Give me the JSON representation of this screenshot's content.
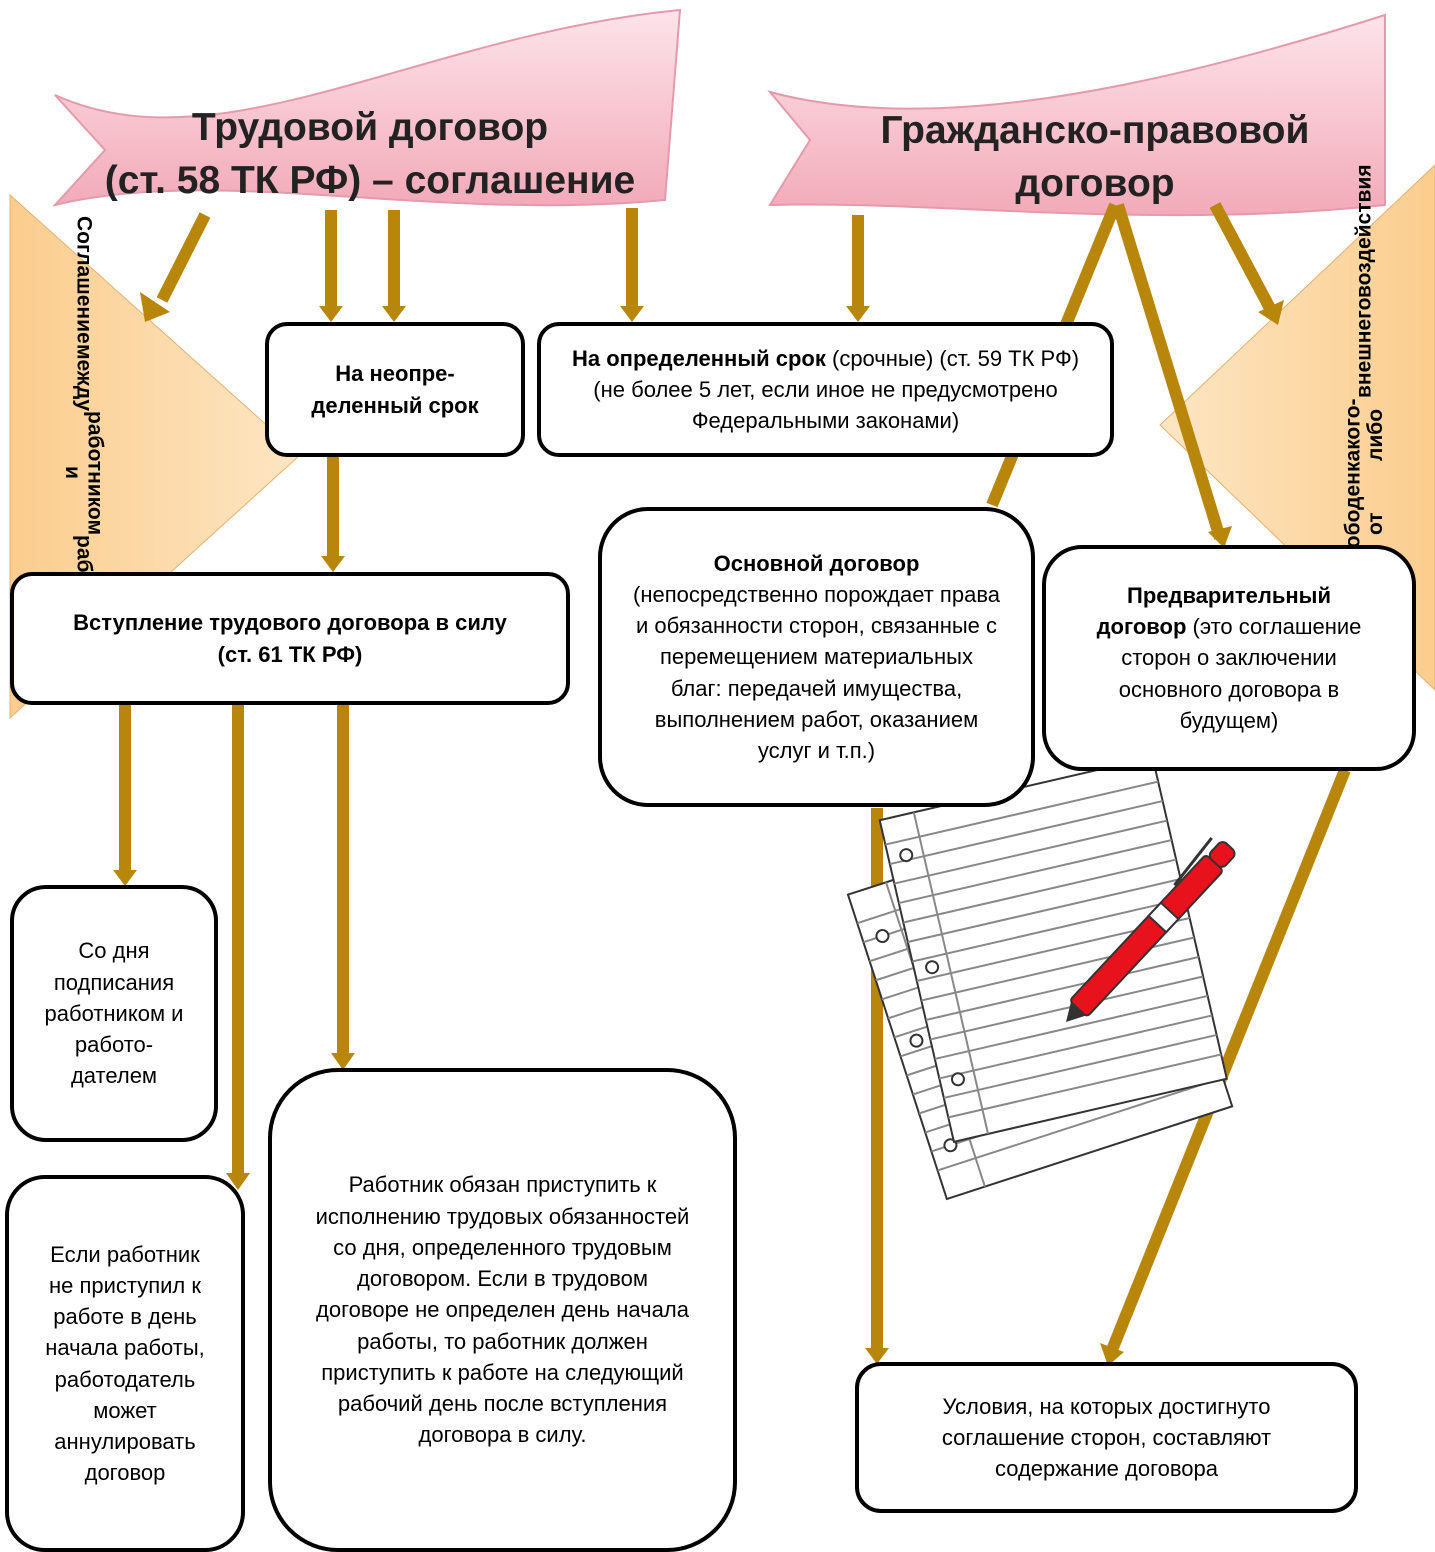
{
  "colors": {
    "arrow": "#b8860b",
    "banner": "#f4b6c2",
    "triangle": "#fbd39c",
    "box_border": "#000000",
    "pen": "#e8121c"
  },
  "labor_banner": {
    "line1": "Трудовой договор",
    "line2": "(ст. 58 ТК РФ) – соглашение"
  },
  "civil_banner": {
    "line1": "Гражданско-правовой",
    "line2": "договор"
  },
  "left_triangle": {
    "lines": [
      "Соглашение",
      "между",
      "работником и",
      "работодателем"
    ]
  },
  "right_triangle": {
    "lines": [
      "Свободен от",
      "какого-либо",
      "внешнего",
      "воздействия"
    ]
  },
  "indefinite_box": {
    "text": "На неопре-деленный срок"
  },
  "fixed_term_box": {
    "bold": "На определенный срок",
    "rest": " (срочные) (ст. 59 ТК РФ) (не более 5 лет, если иное не предусмотрено Федеральными законами)"
  },
  "entry_into_force_box": {
    "text": "Вступление трудового договора в силу (ст. 61 ТК РФ)"
  },
  "main_contract_box": {
    "bold": "Основной договор",
    "rest": "(непосредственно порождает права и обязанности сторон, связанные с перемещением материальных благ: передачей имущества, выполнением работ, оказанием услуг и т.п.)"
  },
  "preliminary_box": {
    "bold": "Предварительный договор",
    "rest": " (это соглашение сторон о заключении основного договора в будущем)"
  },
  "signing_day_box": {
    "text": "Со дня подписания работником и работо-дателем"
  },
  "annul_box": {
    "text": "Если работник не приступил к работе в день начала работы, работодатель может аннулировать договор"
  },
  "duty_box": {
    "text": "Работник обязан приступить к исполнению трудовых обязанностей со дня, определенного трудовым договором. Если в трудовом договоре не определен день начала работы, то работник должен приступить к работе на следующий рабочий день после вступления договора в силу."
  },
  "conditions_box": {
    "text": "Условия, на которых достигнуто соглашение сторон, составляют содержание договора"
  },
  "illustration": {
    "name": "paper-and-pen"
  }
}
